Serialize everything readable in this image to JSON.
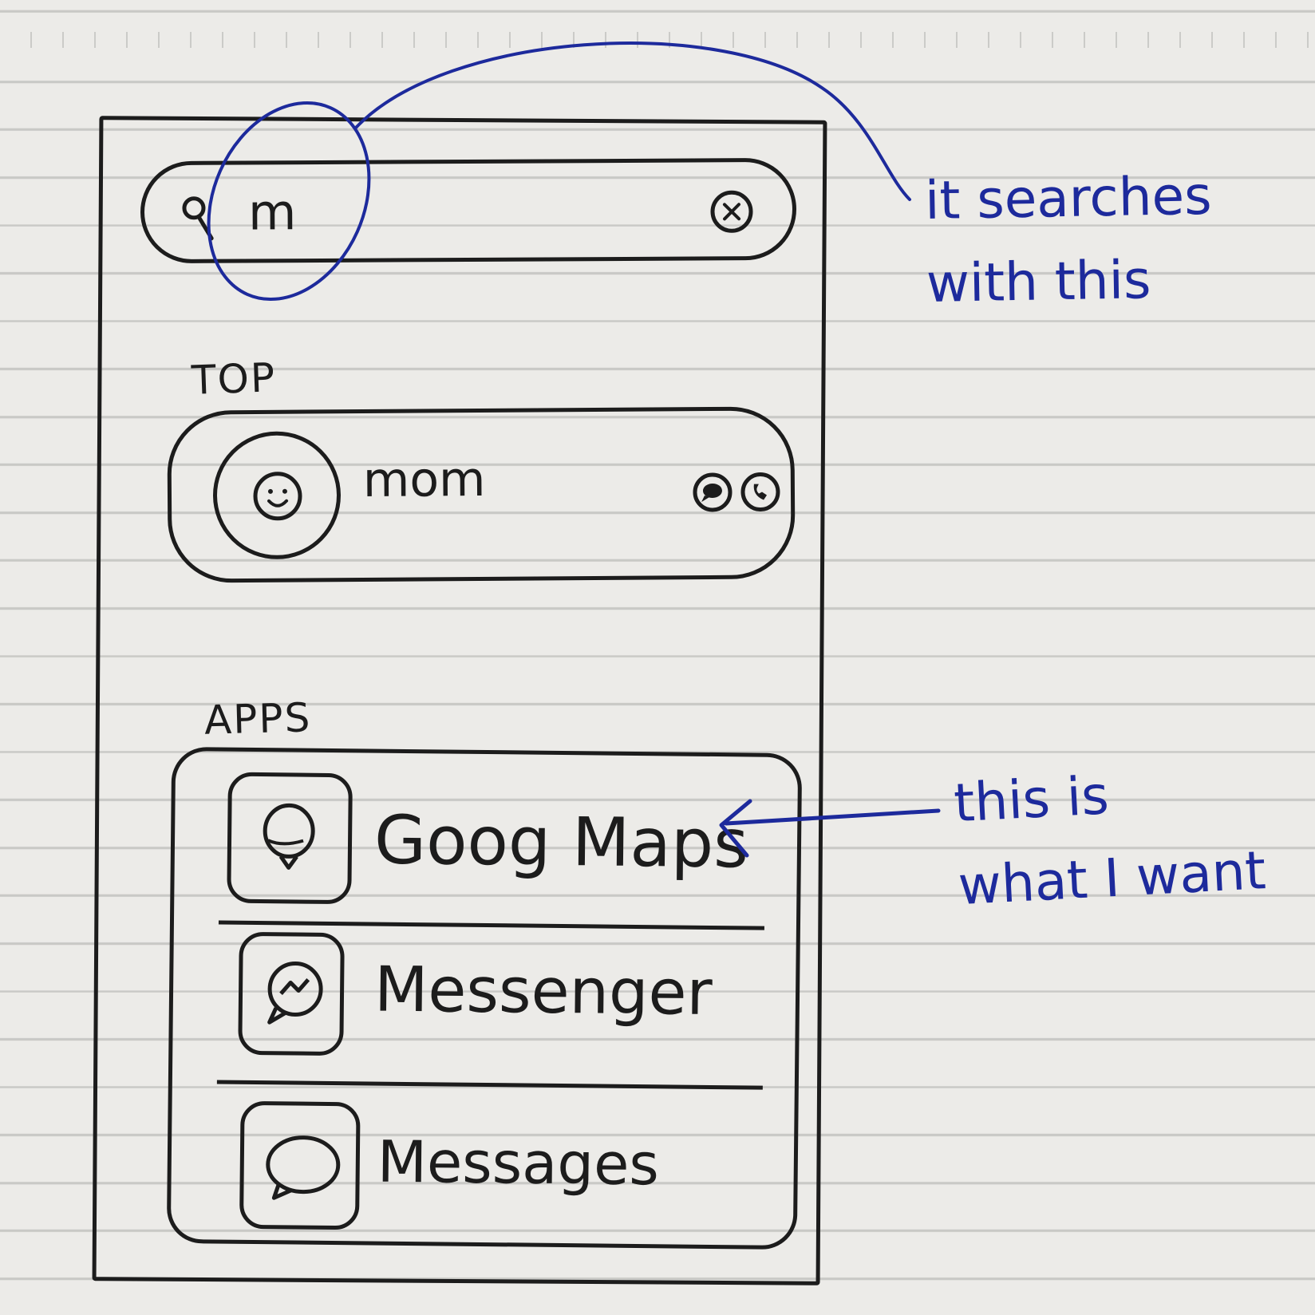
{
  "search": {
    "query": "m"
  },
  "top_hits": {
    "label": "TOP",
    "contact_name": "mom"
  },
  "apps": {
    "label": "APPS",
    "items": [
      {
        "name": "Goog Maps",
        "icon": "map-pin-bubble-icon"
      },
      {
        "name": "Messenger",
        "icon": "messenger-icon"
      },
      {
        "name": "Messages",
        "icon": "messages-bubble-icon"
      }
    ]
  },
  "annotations": {
    "search_note": "it searches\nwith this",
    "target_note": "this is\nwhat I want"
  },
  "colors": {
    "ink": "#1c1c1c",
    "annotation_ink": "#1d2a9c",
    "paper": "#ecebe8"
  }
}
